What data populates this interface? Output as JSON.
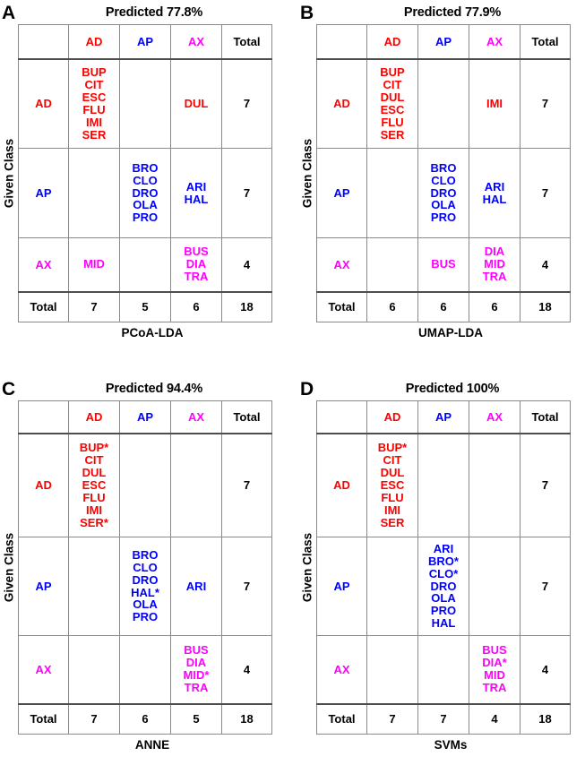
{
  "figure": {
    "axis_label": "Given Class",
    "columns": [
      "AD",
      "AP",
      "AX",
      "Total"
    ],
    "rows": [
      "AD",
      "AP",
      "AX"
    ],
    "total_row_label": "Total",
    "colors": {
      "AD": "#ff0000",
      "AP": "#0000ff",
      "AX": "#ff00ff",
      "Total": "#000000"
    }
  },
  "panels": [
    {
      "letter": "A",
      "title": "Predicted 77.8%",
      "footer": "PCoA-LDA",
      "axis_label": "Given Class",
      "header": [
        "AD",
        "AP",
        "AX",
        "Total"
      ],
      "row_labels": [
        "AD",
        "AP",
        "AX"
      ],
      "cells": [
        [
          [
            "BUP",
            "CIT",
            "ESC",
            "FLU",
            "IMI",
            "SER"
          ],
          [],
          [
            "DUL"
          ]
        ],
        [
          [],
          [
            "BRO",
            "CLO",
            "DRO",
            "OLA",
            "PRO"
          ],
          [
            "ARI",
            "HAL"
          ]
        ],
        [
          [
            "MID"
          ],
          [],
          [
            "BUS",
            "DIA",
            "TRA"
          ]
        ]
      ],
      "row_totals": [
        "7",
        "7",
        "4"
      ],
      "col_totals": [
        "7",
        "5",
        "6"
      ],
      "grand_total": "18"
    },
    {
      "letter": "B",
      "title": "Predicted 77.9%",
      "footer": "UMAP-LDA",
      "axis_label": "Given Class",
      "header": [
        "AD",
        "AP",
        "AX",
        "Total"
      ],
      "row_labels": [
        "AD",
        "AP",
        "AX"
      ],
      "cells": [
        [
          [
            "BUP",
            "CIT",
            "DUL",
            "ESC",
            "FLU",
            "SER"
          ],
          [],
          [
            "IMI"
          ]
        ],
        [
          [],
          [
            "BRO",
            "CLO",
            "DRO",
            "OLA",
            "PRO"
          ],
          [
            "ARI",
            "HAL"
          ]
        ],
        [
          [],
          [
            "BUS"
          ],
          [
            "DIA",
            "MID",
            "TRA"
          ]
        ]
      ],
      "row_totals": [
        "7",
        "7",
        "4"
      ],
      "col_totals": [
        "6",
        "6",
        "6"
      ],
      "grand_total": "18"
    },
    {
      "letter": "C",
      "title": "Predicted 94.4%",
      "footer": "ANNE",
      "axis_label": "Given Class",
      "header": [
        "AD",
        "AP",
        "AX",
        "Total"
      ],
      "row_labels": [
        "AD",
        "AP",
        "AX"
      ],
      "cells": [
        [
          [
            "BUP*",
            "CIT",
            "DUL",
            "ESC",
            "FLU",
            "IMI",
            "SER*"
          ],
          [],
          []
        ],
        [
          [],
          [
            "BRO",
            "CLO",
            "DRO",
            "HAL*",
            "OLA",
            "PRO"
          ],
          [
            "ARI"
          ]
        ],
        [
          [],
          [],
          [
            "BUS",
            "DIA",
            "MID*",
            "TRA"
          ]
        ]
      ],
      "row_totals": [
        "7",
        "7",
        "4"
      ],
      "col_totals": [
        "7",
        "6",
        "5"
      ],
      "grand_total": "18"
    },
    {
      "letter": "D",
      "title": "Predicted 100%",
      "footer": "SVMs",
      "axis_label": "Given Class",
      "header": [
        "AD",
        "AP",
        "AX",
        "Total"
      ],
      "row_labels": [
        "AD",
        "AP",
        "AX"
      ],
      "cells": [
        [
          [
            "BUP*",
            "CIT",
            "DUL",
            "ESC",
            "FLU",
            "IMI",
            "SER"
          ],
          [],
          []
        ],
        [
          [],
          [
            "ARI",
            "BRO*",
            "CLO*",
            "DRO",
            "OLA",
            "PRO",
            "HAL"
          ],
          []
        ],
        [
          [],
          [],
          [
            "BUS",
            "DIA*",
            "MID",
            "TRA"
          ]
        ]
      ],
      "row_totals": [
        "7",
        "7",
        "4"
      ],
      "col_totals": [
        "7",
        "7",
        "4"
      ],
      "grand_total": "18"
    }
  ]
}
